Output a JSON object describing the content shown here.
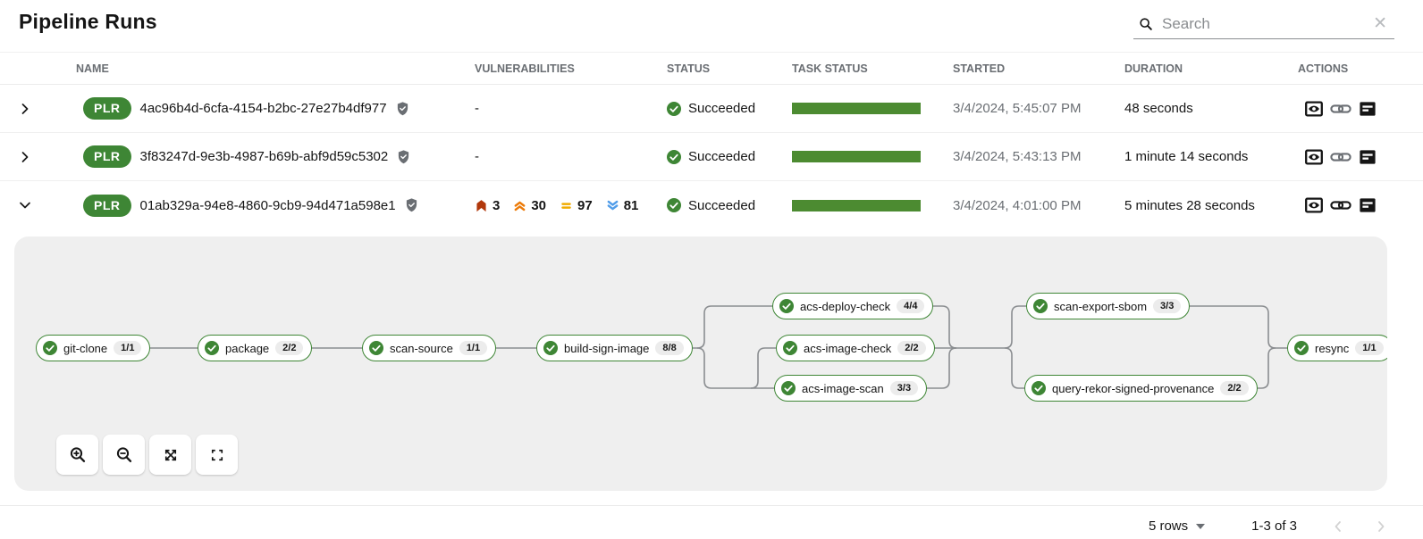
{
  "header": {
    "title": "Pipeline Runs"
  },
  "search": {
    "placeholder": "Search"
  },
  "table": {
    "columns": {
      "name": "NAME",
      "vulnerabilities": "VULNERABILITIES",
      "status": "STATUS",
      "task_status": "TASK STATUS",
      "started": "STARTED",
      "duration": "DURATION",
      "actions": "ACTIONS"
    },
    "rows": [
      {
        "badge": "PLR",
        "name": "4ac96b4d-6cfa-4154-b2bc-27e27b4df977",
        "vulnerabilities": "-",
        "status": "Succeeded",
        "started": "3/4/2024, 5:45:07 PM",
        "duration": "48 seconds"
      },
      {
        "badge": "PLR",
        "name": "3f83247d-9e3b-4987-b69b-abf9d59c5302",
        "vulnerabilities": "-",
        "status": "Succeeded",
        "started": "3/4/2024, 5:43:13 PM",
        "duration": "1 minute 14 seconds"
      },
      {
        "badge": "PLR",
        "name": "01ab329a-94e8-4860-9cb9-94d471a598e1",
        "vulnerabilities_breakdown": {
          "critical": "3",
          "high": "30",
          "medium": "97",
          "low": "81"
        },
        "status": "Succeeded",
        "started": "3/4/2024, 4:01:00 PM",
        "duration": "5 minutes 28 seconds"
      }
    ]
  },
  "pipeline_graph": {
    "nodes": [
      {
        "label": "git-clone",
        "count": "1/1",
        "status": "Succeeded"
      },
      {
        "label": "package",
        "count": "2/2",
        "status": "Succeeded"
      },
      {
        "label": "scan-source",
        "count": "1/1",
        "status": "Succeeded"
      },
      {
        "label": "build-sign-image",
        "count": "8/8",
        "status": "Succeeded"
      },
      {
        "label": "acs-deploy-check",
        "count": "4/4",
        "status": "Succeeded"
      },
      {
        "label": "acs-image-check",
        "count": "2/2",
        "status": "Succeeded"
      },
      {
        "label": "acs-image-scan",
        "count": "3/3",
        "status": "Succeeded"
      },
      {
        "label": "scan-export-sbom",
        "count": "3/3",
        "status": "Succeeded"
      },
      {
        "label": "query-rekor-signed-provenance",
        "count": "2/2",
        "status": "Succeeded"
      },
      {
        "label": "resync",
        "count": "1/1",
        "status": "Succeeded"
      }
    ],
    "controls": [
      "zoom-in",
      "zoom-out",
      "fit-to-screen",
      "fullscreen"
    ]
  },
  "footer": {
    "rows_per_page": "5 rows",
    "range": "1-3 of 3"
  },
  "colors": {
    "success_green": "#3e8635",
    "task_bar_green": "#4c8b31",
    "severity_critical": "#b1380b",
    "severity_high": "#ec7a08",
    "severity_medium": "#f0ab00",
    "severity_low": "#519de9",
    "panel_background": "#efefef"
  }
}
